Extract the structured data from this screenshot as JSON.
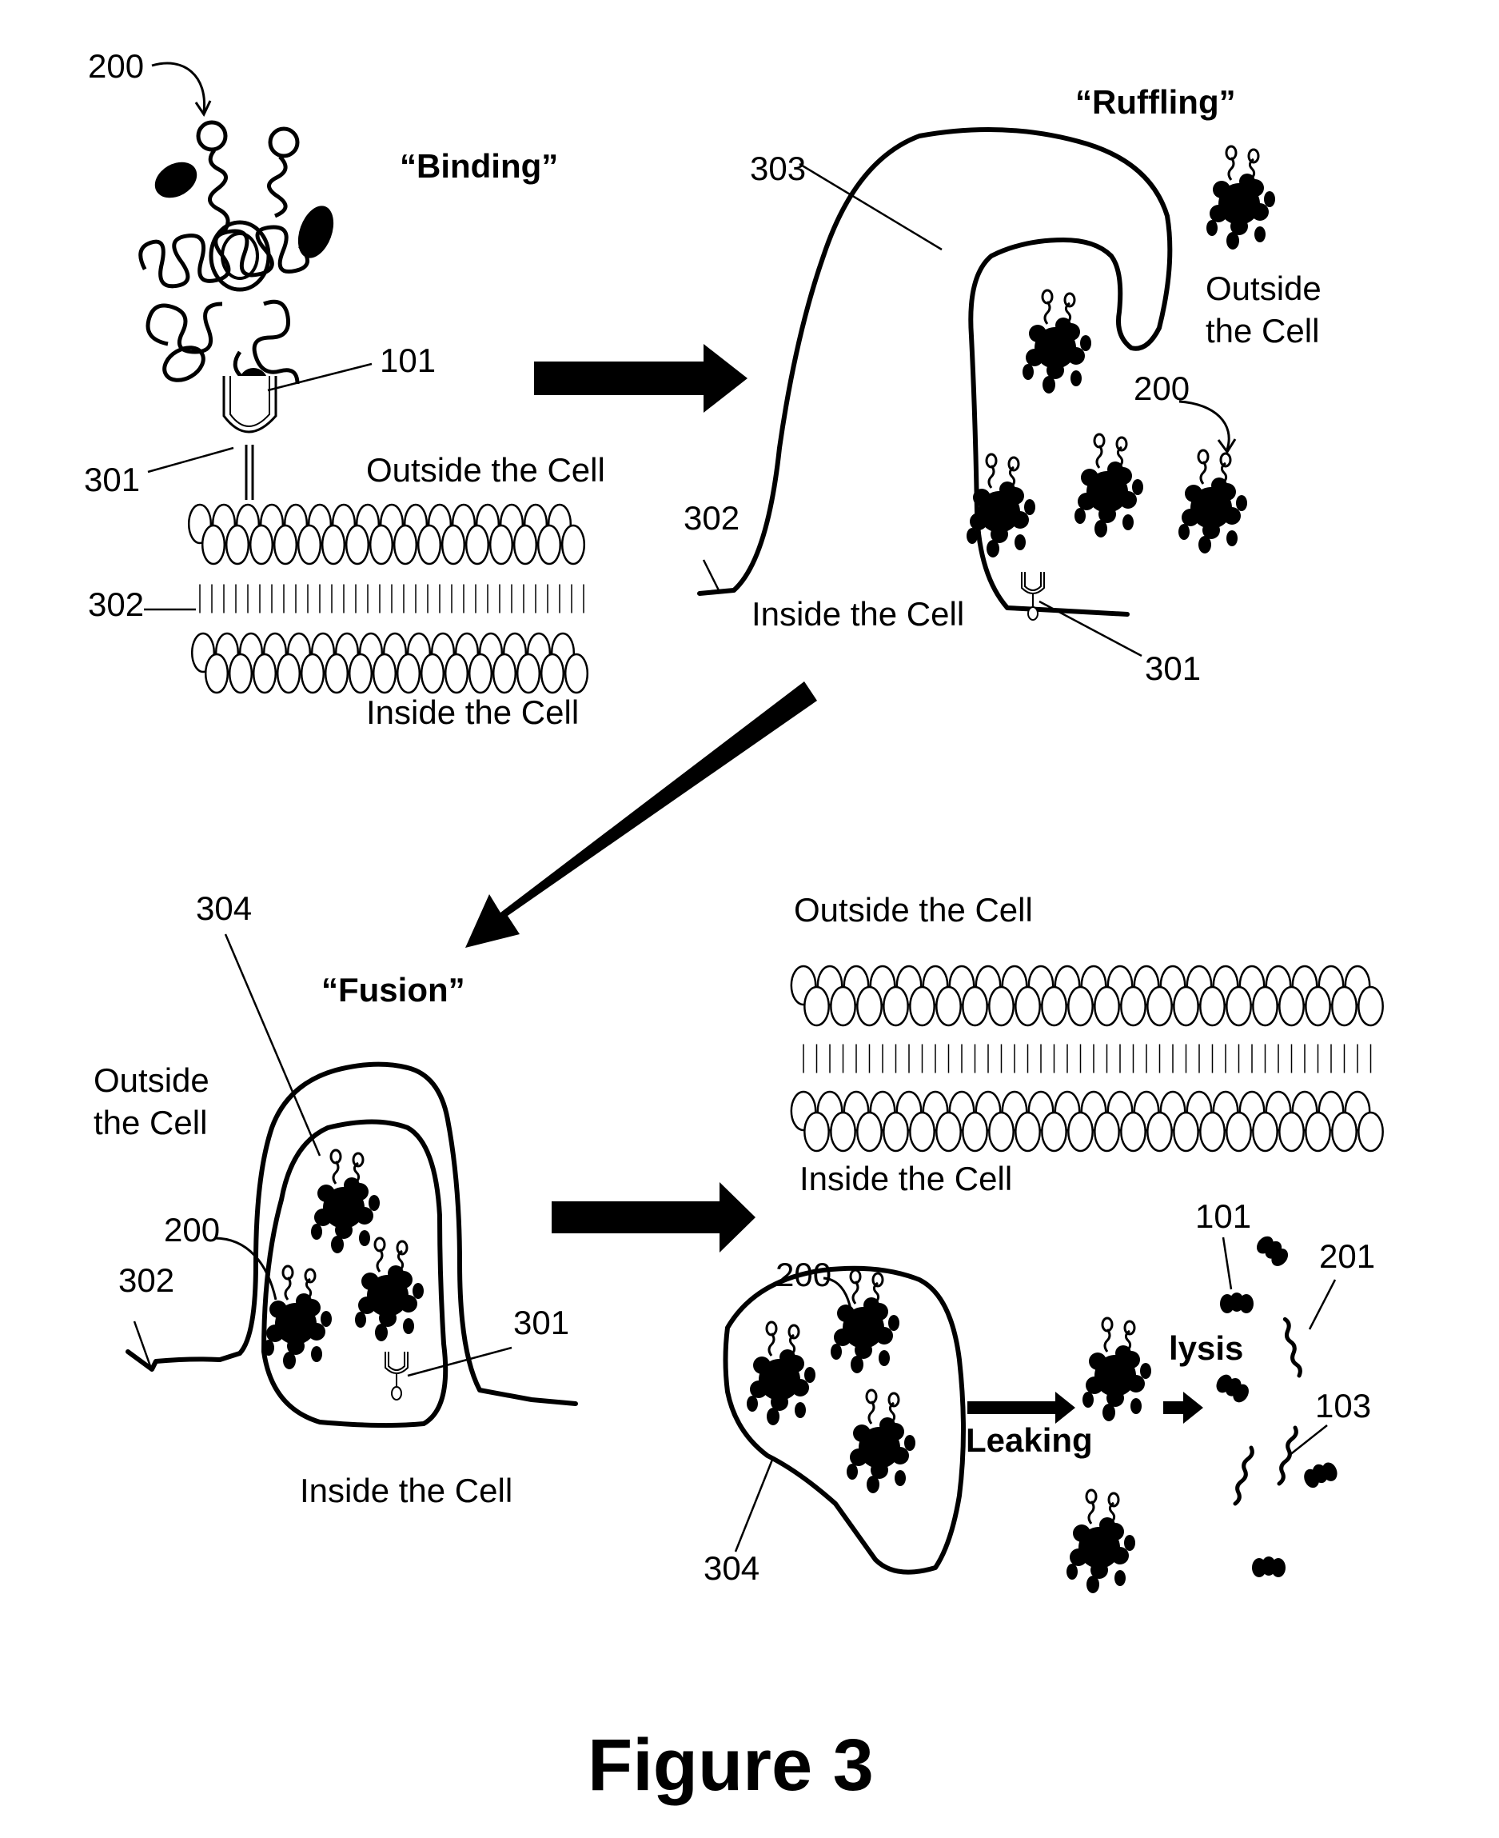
{
  "colors": {
    "ink": "#000000",
    "paper": "#ffffff"
  },
  "panels": {
    "binding": {
      "title": "“Binding”",
      "ref_nanoparticle": "200",
      "ref_ligand": "101",
      "ref_receptor": "301",
      "ref_membrane": "302",
      "outside": "Outside the Cell",
      "inside": "Inside the Cell"
    },
    "ruffling": {
      "title": "“Ruffling”",
      "ref_ruffle": "303",
      "ref_membrane": "302",
      "ref_nanoparticle": "200",
      "ref_receptor": "301",
      "outside_line1": "Outside",
      "outside_line2": "the Cell",
      "inside": "Inside the Cell"
    },
    "fusion": {
      "title": "“Fusion”",
      "ref_vesicle": "304",
      "ref_nanoparticle": "200",
      "ref_membrane": "302",
      "ref_receptor": "301",
      "outside_line1": "Outside",
      "outside_line2": "the Cell",
      "inside": "Inside the Cell"
    },
    "release": {
      "outside": "Outside the Cell",
      "inside": "Inside the Cell",
      "ref_nanoparticle": "200",
      "ref_vesicle": "304",
      "ref_ligand": "101",
      "ref_201": "201",
      "ref_103": "103",
      "leaking": "Leaking",
      "lysis": "lysis"
    }
  },
  "figure_caption": "Figure 3"
}
